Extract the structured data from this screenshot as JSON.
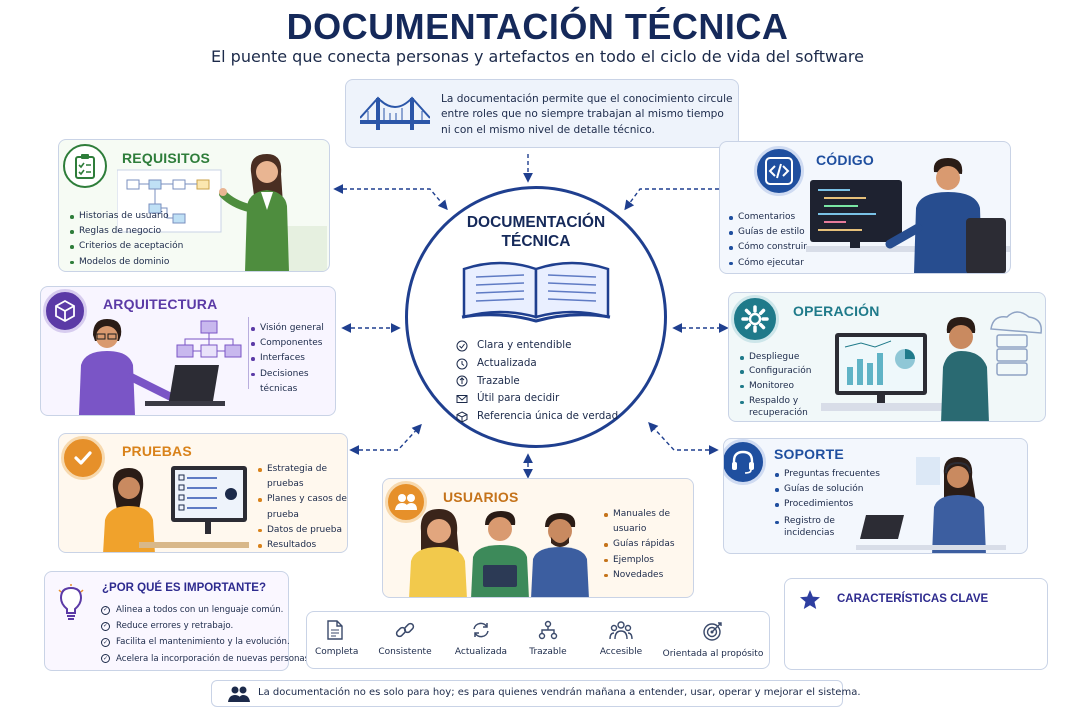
{
  "header": {
    "title": "DOCUMENTACIÓN TÉCNICA",
    "subtitle": "El puente que conecta personas y artefactos en todo el ciclo de vida del software"
  },
  "intro": {
    "text": "La documentación permite que el conocimiento circule entre roles que no siempre trabajan al mismo tiempo ni con el mismo nivel de detalle técnico."
  },
  "center": {
    "title_line1": "DOCUMENTACIÓN",
    "title_line2": "TÉCNICA",
    "items": [
      "Clara y entendible",
      "Actualizada",
      "Trazable",
      "Útil para decidir",
      "Referencia única de verdad"
    ]
  },
  "nodes": {
    "requisitos": {
      "title": "REQUISITOS",
      "color": "#2e7d3a",
      "items": [
        "Historias de usuario",
        "Reglas de negocio",
        "Criterios de aceptación",
        "Modelos de dominio"
      ]
    },
    "arquitectura": {
      "title": "ARQUITECTURA",
      "color": "#5b3aa6",
      "items": [
        "Visión general",
        "Componentes",
        "Interfaces",
        "Decisiones técnicas"
      ]
    },
    "pruebas": {
      "title": "PRUEBAS",
      "color": "#d9821a",
      "items": [
        "Estrategia de pruebas",
        "Planes y casos de prueba",
        "Datos de prueba",
        "Resultados"
      ]
    },
    "usuarios": {
      "title": "USUARIOS",
      "color": "#c5731a",
      "items": [
        "Manuales de usuario",
        "Guías rápidas",
        "Ejemplos",
        "Novedades"
      ]
    },
    "codigo": {
      "title": "CÓDIGO",
      "color": "#1f4f9f",
      "items": [
        "Comentarios",
        "Guías de estilo",
        "Cómo construir",
        "Cómo ejecutar"
      ]
    },
    "operacion": {
      "title": "OPERACIÓN",
      "color": "#1f7a8a",
      "items": [
        "Despliegue",
        "Configuración",
        "Monitoreo",
        "Respaldo y recuperación"
      ]
    },
    "soporte": {
      "title": "SOPORTE",
      "color": "#1f4f9f",
      "items": [
        "Preguntas frecuentes",
        "Guías de solución",
        "Procedimientos",
        "Registro de incidencias"
      ]
    }
  },
  "why": {
    "title": "¿POR QUÉ ES IMPORTANTE?",
    "items": [
      "Alinea a todos con un lenguaje común.",
      "Reduce errores y retrabajo.",
      "Facilita el mantenimiento y la evolución.",
      "Acelera la incorporación de nuevas personas."
    ]
  },
  "features": [
    {
      "label": "Completa",
      "icon": "document-icon"
    },
    {
      "label": "Consistente",
      "icon": "link-icon"
    },
    {
      "label": "Actualizada",
      "icon": "refresh-icon"
    },
    {
      "label": "Trazable",
      "icon": "hierarchy-icon"
    },
    {
      "label": "Accesible",
      "icon": "people-icon"
    },
    {
      "label": "Orientada al propósito",
      "icon": "target-icon"
    }
  ],
  "key": {
    "title": "CARACTERÍSTICAS CLAVE"
  },
  "footer": {
    "text": "La documentación no es solo para hoy; es para quienes vendrán mañana a entender, usar, operar y mejorar el sistema."
  }
}
